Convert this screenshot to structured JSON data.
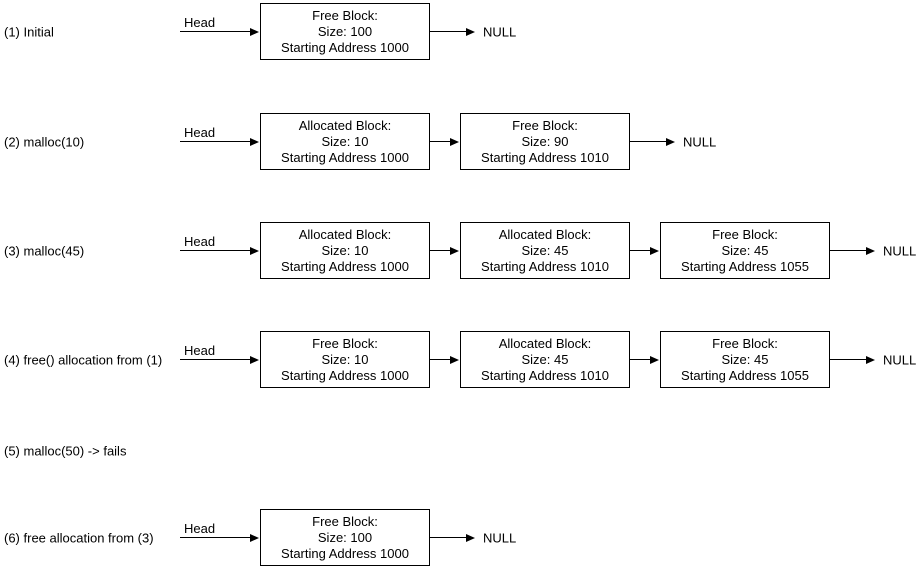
{
  "diagram": {
    "title": "memory-allocation-linked-list-states",
    "colors": {
      "background": "#ffffff",
      "line": "#000000",
      "text": "#000000",
      "node_fill": "#ffffff"
    },
    "rows": [
      {
        "label": "(1) Initial",
        "head": "Head",
        "terminator": "NULL",
        "nodes": [
          {
            "title": "Free Block:",
            "size": "Size: 100",
            "address": "Starting Address 1000"
          }
        ]
      },
      {
        "label": "(2) malloc(10)",
        "head": "Head",
        "terminator": "NULL",
        "nodes": [
          {
            "title": "Allocated Block:",
            "size": "Size: 10",
            "address": "Starting Address 1000"
          },
          {
            "title": "Free Block:",
            "size": "Size: 90",
            "address": "Starting Address 1010"
          }
        ]
      },
      {
        "label": "(3) malloc(45)",
        "head": "Head",
        "terminator": "NULL",
        "nodes": [
          {
            "title": "Allocated Block:",
            "size": "Size: 10",
            "address": "Starting Address 1000"
          },
          {
            "title": "Allocated Block:",
            "size": "Size: 45",
            "address": "Starting Address 1010"
          },
          {
            "title": "Free Block:",
            "size": "Size: 45",
            "address": "Starting Address 1055"
          }
        ]
      },
      {
        "label": "(4) free() allocation from (1)",
        "head": "Head",
        "terminator": "NULL",
        "nodes": [
          {
            "title": "Free Block:",
            "size": "Size: 10",
            "address": "Starting Address 1000"
          },
          {
            "title": "Allocated Block:",
            "size": "Size: 45",
            "address": "Starting Address 1010"
          },
          {
            "title": "Free Block:",
            "size": "Size: 45",
            "address": "Starting Address 1055"
          }
        ]
      },
      {
        "label": "(5) malloc(50) -> fails",
        "nodes": []
      },
      {
        "label": "(6) free allocation from (3)",
        "head": "Head",
        "terminator": "NULL",
        "nodes": [
          {
            "title": "Free Block:",
            "size": "Size: 100",
            "address": "Starting Address 1000"
          }
        ]
      }
    ]
  }
}
